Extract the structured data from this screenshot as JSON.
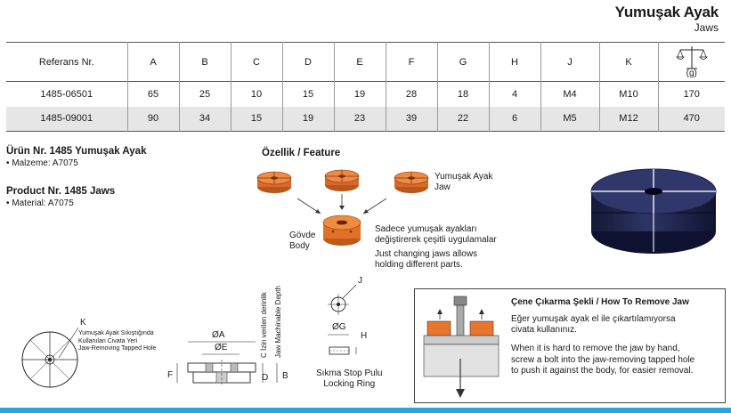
{
  "header": {
    "title": "Yumuşak Ayak",
    "subtitle": "Jaws"
  },
  "table": {
    "headers": [
      "Referans Nr.",
      "A",
      "B",
      "C",
      "D",
      "E",
      "F",
      "G",
      "H",
      "J",
      "K",
      ""
    ],
    "weight_unit": "(g)",
    "rows": [
      [
        "1485-06501",
        "65",
        "25",
        "10",
        "15",
        "19",
        "28",
        "18",
        "4",
        "M4",
        "M10",
        "170"
      ],
      [
        "1485-09001",
        "90",
        "34",
        "15",
        "19",
        "23",
        "39",
        "22",
        "6",
        "M5",
        "M12",
        "470"
      ]
    ]
  },
  "product_tr": {
    "title": "Ürün Nr. 1485 Yumuşak Ayak",
    "material": "• Malzeme: A7075"
  },
  "product_en": {
    "title": "Product Nr. 1485 Jaws",
    "material": "• Material: A7075"
  },
  "feature": {
    "title": "Özellik / Feature",
    "jaw_label_1": "Yumuşak Ayak",
    "jaw_label_2": "Jaw",
    "body_label_1": "Gövde",
    "body_label_2": "Body",
    "tr_line_1": "Sadece yumuşak ayakları",
    "tr_line_2": "değiştirerek çeşitli uygulamalar",
    "en_line_1": "Just changing jaws allows",
    "en_line_2": "holding different parts."
  },
  "drawing": {
    "k": "K",
    "tapped_hole_1": "Yumuşak Ayak Sıkıştığında",
    "tapped_hole_2": "Kullanılan Civata Yeri",
    "tapped_hole_3": "Jaw-Removing Tapped Hole",
    "dim_a": "ØA",
    "dim_e": "ØE",
    "dim_f": "F",
    "dim_d": "D",
    "dim_c": "C",
    "dim_b": "B",
    "depth_tr": "İzin verilen derinlik",
    "depth_en": "Jaw Machinable Depth",
    "dim_j": "J",
    "dim_g": "ØG",
    "dim_h": "H",
    "ring_1": "Sıkma Stop Pulu",
    "ring_2": "Locking Ring"
  },
  "removal": {
    "title": "Çene Çıkarma Şekli / How To Remove Jaw",
    "tr_1": "Eğer yumuşak ayak el ile çıkartılamıyorsa",
    "tr_2": "civata kullanınız.",
    "en_1": "When it is hard to remove  the jaw by hand,",
    "en_2": "screw a bolt  into the jaw-removing tapped hole",
    "en_3": "to push it against the  body, for easier removal."
  },
  "colors": {
    "orange": "#e8762c",
    "navy": "#232a52",
    "accent_bar": "#2aa6dc"
  }
}
